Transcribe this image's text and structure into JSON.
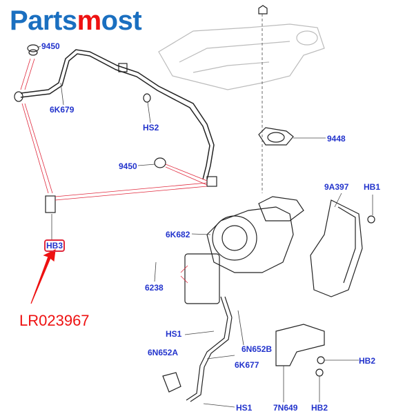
{
  "brand": {
    "part1": "Parts",
    "part2": "m",
    "part3": "ost"
  },
  "part_number": "LR023967",
  "highlight_color": "#e0283c",
  "labels": {
    "l9450_top": "9450",
    "l6K679": "6K679",
    "lHS2": "HS2",
    "l9448": "9448",
    "l9450": "9450",
    "l9A397": "9A397",
    "lHB1": "HB1",
    "l6K682": "6K682",
    "lHB3": "HB3",
    "l6238": "6238",
    "lHS1a": "HS1",
    "l6N652B": "6N652B",
    "l6N652A": "6N652A",
    "l6K677": "6K677",
    "lHB2a": "HB2",
    "lHS1b": "HS1",
    "l7N649": "7N649",
    "lHB2b": "HB2"
  }
}
